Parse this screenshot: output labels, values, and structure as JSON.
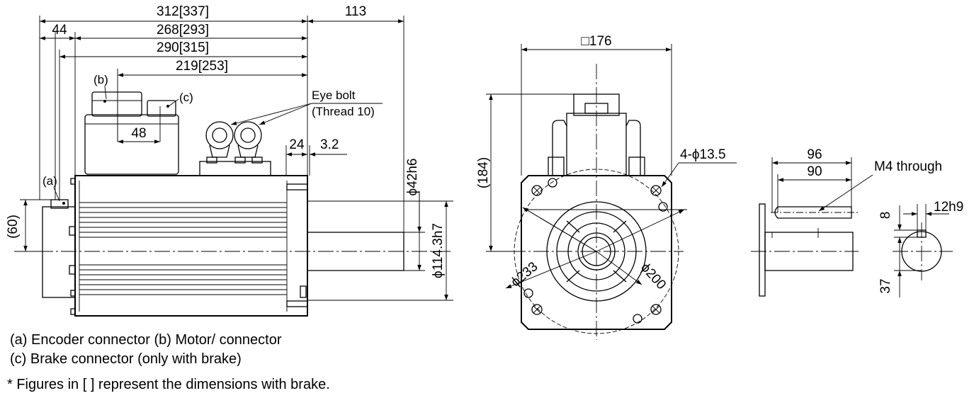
{
  "side_view": {
    "dim_total": "312[337]",
    "dim_shaft_length": "113",
    "dim_encoder": "44",
    "dim_body": "268[293]",
    "dim_290": "290[315]",
    "dim_219": "219[253]",
    "dim_48": "48",
    "dim_24": "24",
    "dim_3_2": "3.2",
    "dim_60": "(60)",
    "dim_shaft_dia": "ϕ42h6",
    "dim_spigot_dia": "ϕ114.3h7",
    "label_a": "(a)",
    "label_b": "(b)",
    "label_c": "(c)",
    "eye_bolt_line1": "Eye bolt",
    "eye_bolt_line2": "(Thread 10)"
  },
  "front_view": {
    "dim_square": "□176",
    "dim_height": "(184)",
    "dim_holes": "4-ϕ13.5",
    "dim_pcd": "ϕ233",
    "dim_flange": "ϕ200"
  },
  "shaft_view": {
    "dim_96": "96",
    "dim_90": "90",
    "m4_label": "M4 through",
    "dim_8": "8",
    "dim_12h9": "12h9",
    "dim_37": "37"
  },
  "legend": {
    "line1": "(a) Encoder connector  (b) Motor/ connector",
    "line2": "(c) Brake connector (only with brake)",
    "footnote": "* Figures in [  ] represent the dimensions with brake."
  }
}
